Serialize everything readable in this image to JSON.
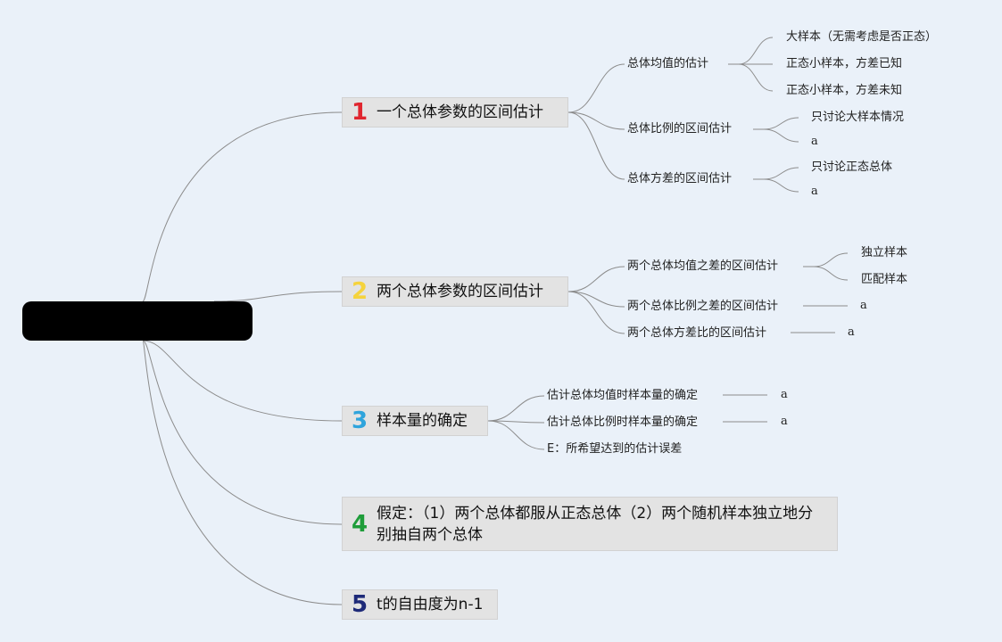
{
  "colors": {
    "background": "#eaf1f9",
    "line": "#8c8c8c",
    "num1": "#e0262f",
    "num2": "#f5d33c",
    "num3": "#2fa4dc",
    "num4": "#1f9d3a",
    "num5": "#1e2a78"
  },
  "root": {
    "label": ""
  },
  "branches": [
    {
      "num": "1",
      "label": "一个总体参数的区间估计",
      "subs": [
        {
          "label": "总体均值的估计",
          "leaves": [
            "大样本（无需考虑是否正态）",
            "正态小样本，方差已知",
            "正态小样本，方差未知"
          ]
        },
        {
          "label": "总体比例的区间估计",
          "leaves": [
            "只讨论大样本情况",
            "a"
          ]
        },
        {
          "label": "总体方差的区间估计",
          "leaves": [
            "只讨论正态总体",
            "a"
          ]
        }
      ]
    },
    {
      "num": "2",
      "label": "两个总体参数的区间估计",
      "subs": [
        {
          "label": "两个总体均值之差的区间估计",
          "leaves": [
            "独立样本",
            "匹配样本"
          ]
        },
        {
          "label": "两个总体比例之差的区间估计",
          "leaves": [
            "a"
          ]
        },
        {
          "label": "两个总体方差比的区间估计",
          "leaves": [
            "a"
          ]
        }
      ]
    },
    {
      "num": "3",
      "label": "样本量的确定",
      "subs": [
        {
          "label": "估计总体均值时样本量的确定",
          "leaves": [
            "a"
          ]
        },
        {
          "label": "估计总体比例时样本量的确定",
          "leaves": [
            "a"
          ]
        },
        {
          "label": "E：所希望达到的估计误差",
          "leaves": []
        }
      ]
    },
    {
      "num": "4",
      "label": "假定：（1）两个总体都服从正态总体（2）两个随机样本独立地分别抽自两个总体",
      "subs": []
    },
    {
      "num": "5",
      "label": "t的自由度为n-1",
      "subs": []
    }
  ]
}
